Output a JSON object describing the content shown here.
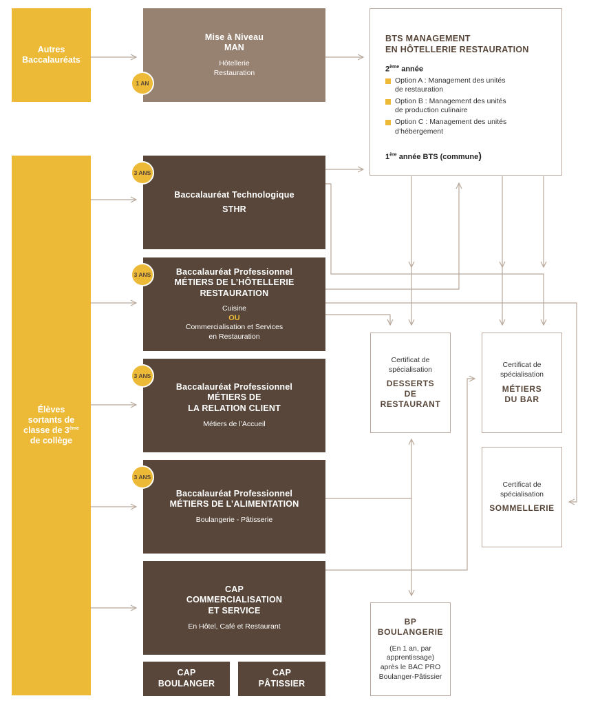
{
  "left": {
    "autres": "Autres Baccalauréats",
    "eleves": {
      "pre": "Élèves sortants de classe de 3",
      "sup": "ème",
      "post": " de collège"
    }
  },
  "man": {
    "title1": "Mise à Niveau",
    "title2": "MAN",
    "sub1": "Hôtellerie",
    "sub2": "Restauration",
    "badge": "1 AN"
  },
  "bac_stmg": {
    "title1": "Baccalauréat Technologique",
    "title2": "STHR",
    "badge": "3 ANS"
  },
  "bac_hr": {
    "title1": "Baccalauréat Professionnel",
    "title2": "MÉTIERS DE L’HÔTELLERIE",
    "title3": "RESTAURATION",
    "sub1": "Cuisine",
    "ou": "OU",
    "sub2": "Commercialisation et Services",
    "sub3": "en Restauration",
    "badge": "3 ANS"
  },
  "bac_rc": {
    "title1": "Baccalauréat Professionnel",
    "title2": "MÉTIERS DE",
    "title3": "LA RELATION CLIENT",
    "sub1": "Métiers de l’Accueil",
    "badge": "3 ANS"
  },
  "bac_alim": {
    "title1": "Baccalauréat Professionnel",
    "title2": "MÉTIERS DE L’ALIMENTATION",
    "sub1": "Boulangerie - Pâtisserie",
    "badge": "3 ANS"
  },
  "cap_cs": {
    "title1": "CAP",
    "title2": "COMMERCIALISATION",
    "title3": "ET SERVICE",
    "sub1": "En Hôtel, Café et Restaurant"
  },
  "cap_boul": {
    "title1": "CAP",
    "title2": "BOULANGER"
  },
  "cap_pat": {
    "title1": "CAP",
    "title2": "PÂTISSIER"
  },
  "bts": {
    "title1": "BTS MANAGEMENT",
    "title2": "EN HÔTELLERIE RESTAURATION",
    "year2": {
      "num": "2",
      "sup": "ème",
      "rest": " année"
    },
    "options": [
      {
        "line1": "Option A : Management des unités",
        "line2": "de restauration"
      },
      {
        "line1": "Option B : Management des unités",
        "line2": "de production culinaire"
      },
      {
        "line1": "Option C : Management des unités",
        "line2": "d’hébergement"
      }
    ],
    "year1": {
      "num": "1",
      "sup": "ère",
      "rest": " année BTS (commune",
      "paren": ")"
    }
  },
  "cs_desserts": {
    "label1": "Certificat de",
    "label2": "spécialisation",
    "title1": "DESSERTS",
    "title2": "DE",
    "title3": "RESTAURANT"
  },
  "cs_bar": {
    "label1": "Certificat de",
    "label2": "spécialisation",
    "title1": "MÉTIERS",
    "title2": "DU BAR"
  },
  "cs_somm": {
    "label1": "Certificat de",
    "label2": "spécialisation",
    "title1": "SOMMELLERIE"
  },
  "bp": {
    "title1": "BP",
    "title2": "BOULANGERIE",
    "sub1": "(En 1 an, par",
    "sub2": "apprentissage)",
    "sub3": "après le BAC PRO",
    "sub4": "Boulanger-Pâtissier"
  },
  "colors": {
    "yellow": "#ecba36",
    "brown": "#574639",
    "taupe": "#978171",
    "line": "#b8a79a"
  }
}
